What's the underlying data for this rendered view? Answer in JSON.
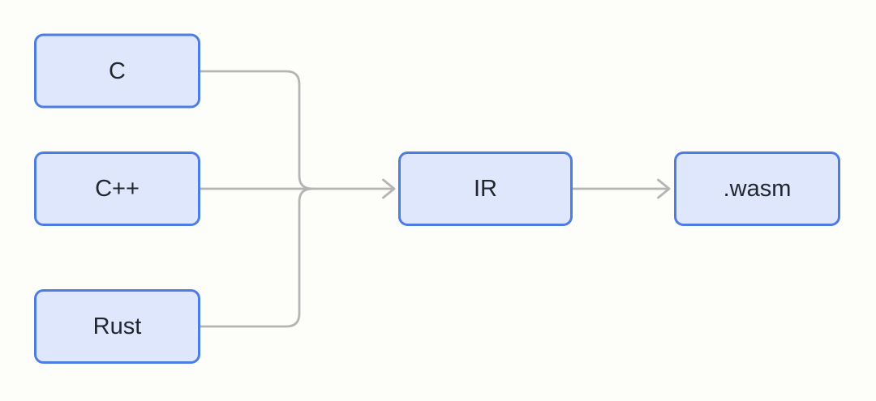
{
  "diagram": {
    "type": "flowchart",
    "direction": "left-to-right",
    "nodes": [
      {
        "id": "c",
        "label": "C"
      },
      {
        "id": "cpp",
        "label": "C++"
      },
      {
        "id": "rust",
        "label": "Rust"
      },
      {
        "id": "ir",
        "label": "IR"
      },
      {
        "id": "wasm",
        "label": ".wasm"
      }
    ],
    "edges": [
      {
        "from": "c",
        "to": "ir"
      },
      {
        "from": "cpp",
        "to": "ir"
      },
      {
        "from": "rust",
        "to": "ir"
      },
      {
        "from": "ir",
        "to": "wasm"
      }
    ],
    "style": {
      "background": "#fdfdfa",
      "node_fill": "#dee7fb",
      "node_border": "#4d7ce2",
      "edge_color": "#b5b5b5",
      "label_color": "#22262e"
    }
  }
}
